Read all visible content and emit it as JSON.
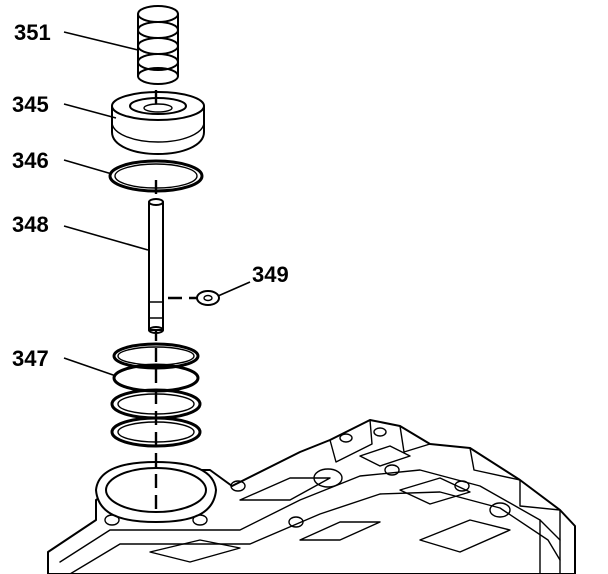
{
  "diagram": {
    "callouts": [
      {
        "id": "351",
        "label": "351"
      },
      {
        "id": "345",
        "label": "345"
      },
      {
        "id": "346",
        "label": "346"
      },
      {
        "id": "348",
        "label": "348"
      },
      {
        "id": "349",
        "label": "349"
      },
      {
        "id": "347",
        "label": "347"
      }
    ]
  }
}
